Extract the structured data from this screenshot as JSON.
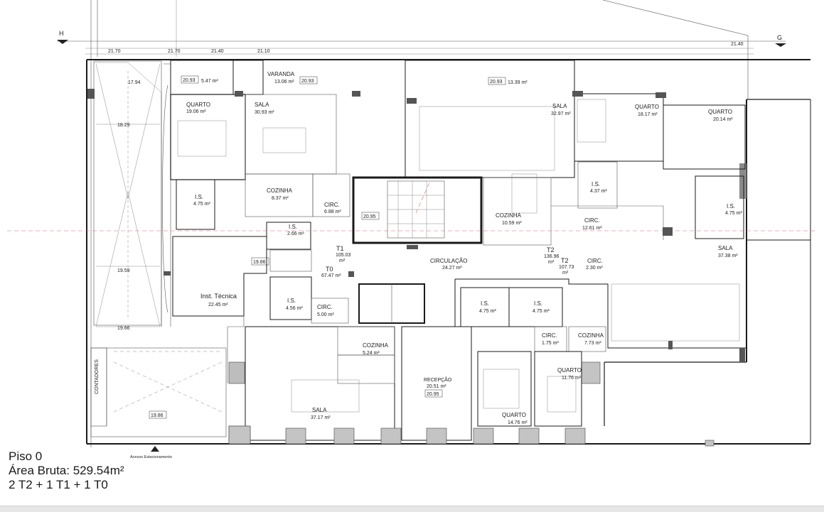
{
  "caption": {
    "floor": "Piso 0",
    "gross_area": "Área Bruta: 529.54m²",
    "typology": "2 T2 + 1 T1 + 1 T0"
  },
  "markers": {
    "section_h": "H",
    "section_g": "G"
  },
  "levels": {
    "lv_2170": "21.70",
    "lv_2170b": "21.70",
    "lv_2140": "21.40",
    "lv_2110": "21.10",
    "lv_2140b": "21.40",
    "lv_1794": "17.94",
    "lv_1829": "18.29",
    "lv_1959": "19.59",
    "lv_1966": "19.66",
    "lv_2093a": "20.93",
    "lv_2093b": "20.93",
    "lv_2093c": "20.93",
    "lv_2095a": "20.95",
    "lv_1986a": "19.86",
    "lv_2095b": "20.95",
    "lv_1986b": "19.86"
  },
  "rooms": {
    "varanda_area": "5.47 m²",
    "varanda": "VARANDA",
    "varanda2_area": "13.06 m²",
    "varanda3_area": "13.39 m²",
    "quarto1": "QUARTO",
    "quarto1_area": "19.06 m²",
    "sala1": "SALA",
    "sala1_area": "30.93 m²",
    "sala2": "SALA",
    "sala2_area": "32.97 m²",
    "quarto2": "QUARTO",
    "quarto2_area": "18.17 m²",
    "quarto3": "QUARTO",
    "quarto3_area": "20.14 m²",
    "is1": "I.S.",
    "is1_area": "4.75 m²",
    "cozinha1": "COZINHA",
    "cozinha1_area": "8.37 m²",
    "circ1": "CIRC.",
    "circ1_area": "6.88 m²",
    "cozinha2": "COZINHA",
    "cozinha2_area": "10.59 m²",
    "is2": "I.S.",
    "is2_area": "4.37 m²",
    "circ2": "CIRC.",
    "circ2_area": "12.61 m²",
    "is3": "I.S.",
    "is3_area": "4.75 m²",
    "is4": "I.S.",
    "is4_area": "2.66 m²",
    "t1": "T1",
    "t1_area": "105.03",
    "t1_unit": "m²",
    "t0": "T0",
    "t0_area": "67.47 m²",
    "circulacao": "CIRCULAÇÃO",
    "circulacao_area": "24.27 m²",
    "t2a": "T2",
    "t2a_area": "136.96",
    "t2a_unit": "m²",
    "t2b": "T2",
    "t2b_area": "107.73",
    "t2b_unit": "m²",
    "circ3": "CIRC.",
    "circ3_area": "2.30 m²",
    "sala3": "SALA",
    "sala3_area": "37.38 m²",
    "inst": "Inst. Técnica",
    "inst_area": "22.45 m²",
    "is5": "I.S.",
    "is5_area": "4.56 m²",
    "circ4": "CIRC.",
    "circ4_area": "5.00 m²",
    "is6": "I.S.",
    "is6_area": "4.75 m²",
    "is7": "I.S.",
    "is7_area": "4.75 m²",
    "circ5": "CIRC.",
    "circ5_area": "1.75 m²",
    "cozinha3": "COZINHA",
    "cozinha3_area": "7.73 m²",
    "cozinha4": "COZINHA",
    "cozinha4_area": "5.24 m²",
    "quarto4": "QUARTO",
    "quarto4_area": "11.76 m²",
    "recepcao": "RECEPÇÃO",
    "recepcao_area": "20.51 m²",
    "contadores": "CONTADORES",
    "sala4": "SALA",
    "sala4_area": "37.17 m²",
    "quarto5": "QUARTO",
    "quarto5_area": "14.76 m²",
    "acesso": "Acesso Estacionamento"
  }
}
